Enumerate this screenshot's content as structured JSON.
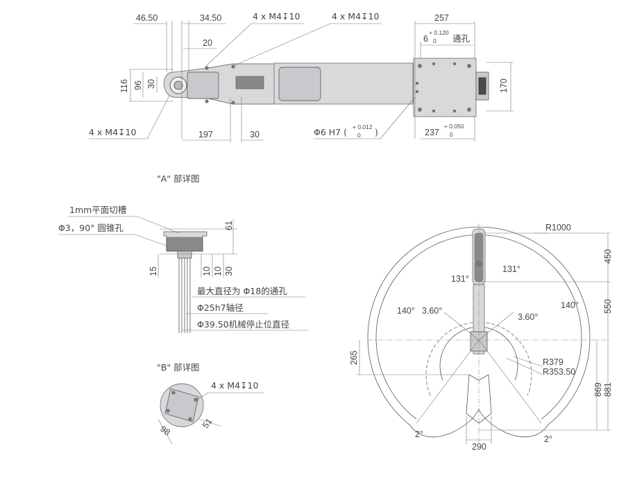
{
  "top_view": {
    "dim_46_50": "46.50",
    "dim_34_50": "34.50",
    "dim_20": "20",
    "callout_m4_a": "4 x M4↧10",
    "callout_m4_b": "4 x M4↧10",
    "dim_257": "257",
    "dim_6": "6",
    "tol_6_upper": "+ 0.120",
    "tol_6_lower": "0",
    "through_hole": "通孔",
    "dim_116": "116",
    "dim_96": "96",
    "dim_30_left": "30",
    "dim_170": "170",
    "callout_m4_c": "4 x M4↧10",
    "dim_197": "197",
    "dim_30_bottom": "30",
    "phi6_label": "Φ6 H7 (",
    "phi6_upper": "+ 0.012",
    "phi6_lower": "0",
    "phi6_close": ")",
    "dim_237": "237",
    "tol_237_upper": "+ 0.050",
    "tol_237_lower": "0"
  },
  "detail_a": {
    "title": "\"A\" 部详图",
    "note_groove": "1mm平面切槽",
    "note_cone": "Φ3，90° 圆锥孔",
    "dim_61": "61",
    "dim_15": "15",
    "dim_10a": "10",
    "dim_10b": "10",
    "dim_30": "30",
    "note_max_dia": "最大直径为 Φ18的通孔",
    "note_shaft": "Φ25h7轴径",
    "note_stop": "Φ39.50机械停止位直径"
  },
  "detail_b": {
    "title": "\"B\" 部详图",
    "callout": "4 x M4↧10",
    "dim_98": "98",
    "dim_51": "51"
  },
  "workspace": {
    "r1000": "R1000",
    "dim_450": "450",
    "dim_550": "550",
    "angle_131_left": "131°",
    "angle_131_right": "131°",
    "angle_140_left": "140°",
    "angle_140_right": "140°",
    "angle_360_left": "3.60°",
    "angle_360_right": "3.60°",
    "dim_265": "265",
    "r379": "R379",
    "r353": "R353.50",
    "dim_869": "869",
    "dim_881": "881",
    "angle_2_left": "2°",
    "angle_2_right": "2°",
    "dim_290": "290"
  }
}
